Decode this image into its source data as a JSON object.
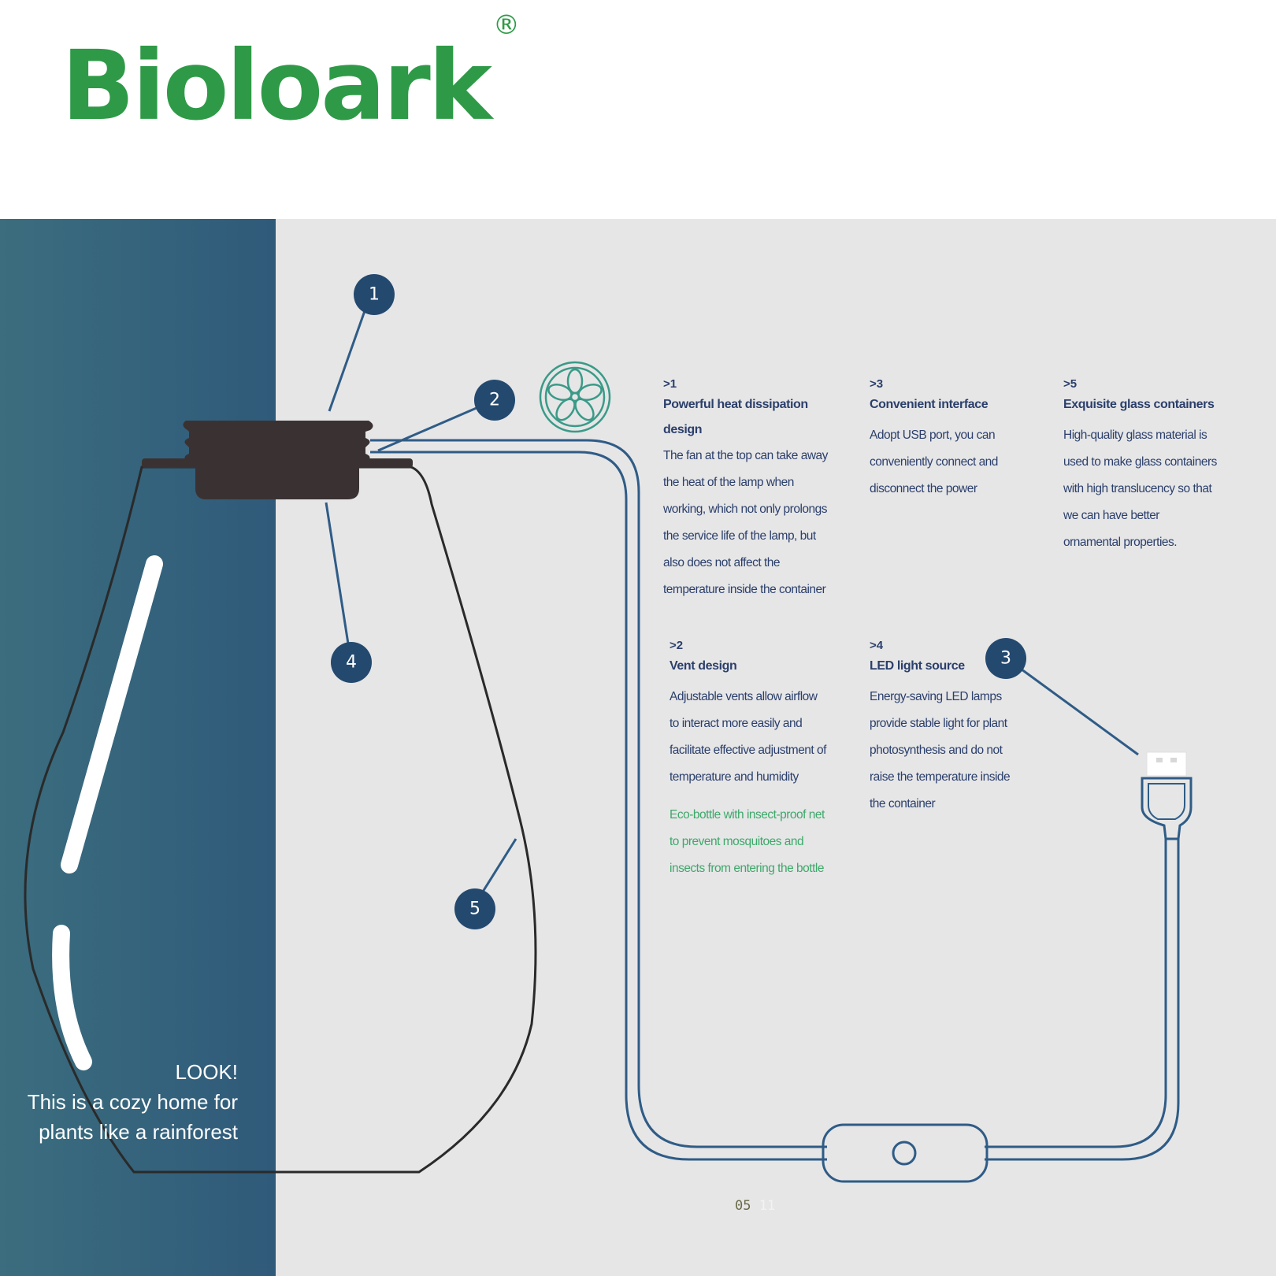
{
  "brand": {
    "name": "Bioloark",
    "mark": "®"
  },
  "callouts": [
    "1",
    "2",
    "3",
    "4",
    "5"
  ],
  "tagline": {
    "line1": "LOOK!",
    "line2": "This is a cozy home for",
    "line3": "plants like a rainforest"
  },
  "features": [
    {
      "num": ">1",
      "title": "Powerful heat dissipation design",
      "desc": "The fan at the top can take away the heat of the lamp when working, which not only prolongs the service life of the lamp, but also does not affect the temperature inside the container"
    },
    {
      "num": ">2",
      "title": "Vent design",
      "desc": "Adjustable vents allow airflow to interact more easily and facilitate effective adjustment of temperature and humidity",
      "note": "Eco-bottle with insect-proof net to prevent mosquitoes and insects from entering the bottle"
    },
    {
      "num": ">3",
      "title": "Convenient interface",
      "desc": "Adopt USB port, you can conveniently connect and disconnect the power"
    },
    {
      "num": ">4",
      "title": "LED light source",
      "desc": "Energy-saving LED lamps provide stable light for plant photosynthesis and do not raise the temperature inside the container"
    },
    {
      "num": ">5",
      "title": "Exquisite glass containers",
      "desc": "High-quality glass material is used to make glass containers with high translucency so that we can have better ornamental properties."
    }
  ],
  "page": {
    "current": "05",
    "total": "11"
  },
  "colors": {
    "brand_green": "#2e9a47",
    "navy": "#24496f",
    "panel": "#e6e6e7",
    "note_green": "#3ea86a"
  },
  "icons": [
    "fan-icon",
    "usb-plug-icon",
    "power-switch-icon"
  ]
}
